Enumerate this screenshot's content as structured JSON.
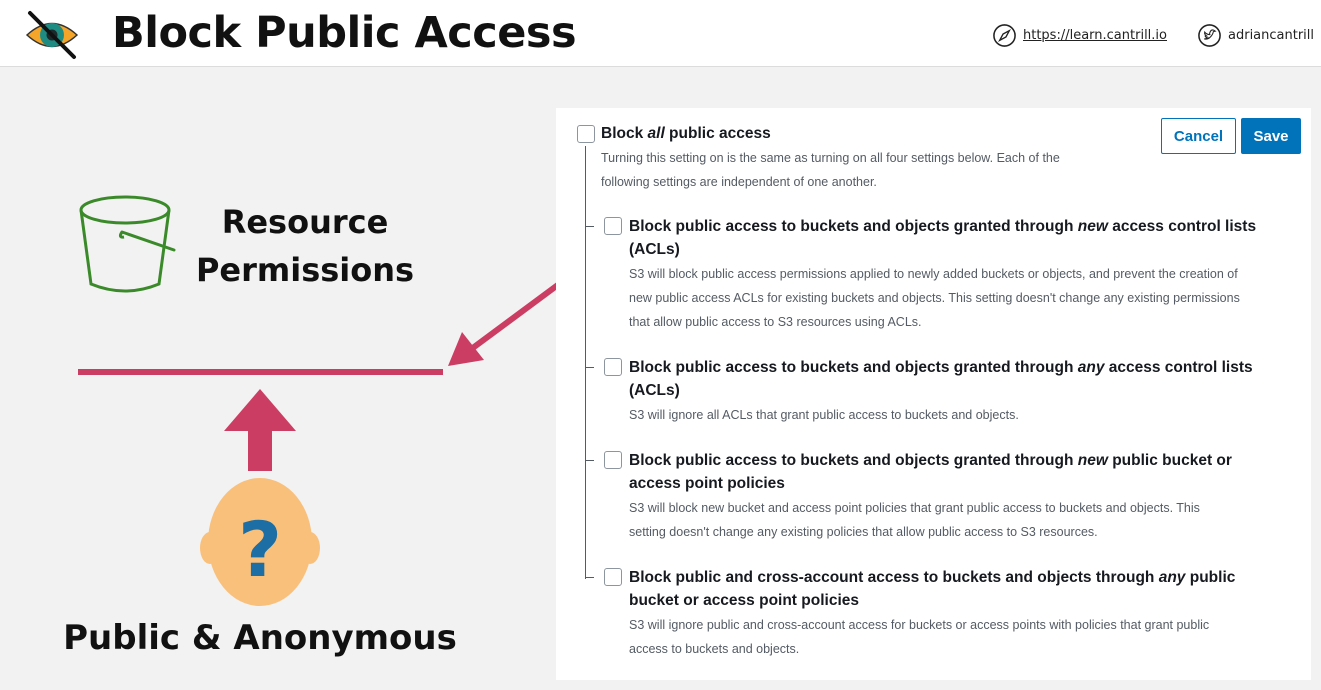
{
  "header": {
    "title": "Block Public Access",
    "website": "https://learn.cantrill.io",
    "twitter": "adriancantrill"
  },
  "diagram": {
    "resource_label_line1": "Resource",
    "resource_label_line2": "Permissions",
    "head_symbol": "?",
    "public_label": "Public & Anonymous",
    "accent_color": "#cc3d63"
  },
  "panel": {
    "cancel_label": "Cancel",
    "save_label": "Save",
    "master": {
      "title_before": "Block ",
      "title_em": "all",
      "title_after": " public access",
      "desc_line1": "Turning this setting on is the same as turning on all four settings below. Each of the",
      "desc_line2": "following settings are independent of one another."
    },
    "options": [
      {
        "title_before": "Block public access to buckets and objects granted through ",
        "title_em": "new",
        "title_after": " access control lists",
        "title_line2": "(ACLs)",
        "desc_lines": [
          "S3 will block public access permissions applied to newly added buckets or objects, and prevent the creation of",
          "new public access ACLs for existing buckets and objects. This setting doesn't change any existing permissions",
          "that allow public access to S3 resources using ACLs."
        ]
      },
      {
        "title_before": "Block public access to buckets and objects granted through ",
        "title_em": "any",
        "title_after": " access control lists",
        "title_line2": "(ACLs)",
        "desc_lines": [
          "S3 will ignore all ACLs that grant public access to buckets and objects."
        ]
      },
      {
        "title_before": "Block public access to buckets and objects granted through ",
        "title_em": "new",
        "title_after": " public bucket or",
        "title_line2": "access point policies",
        "desc_lines": [
          "S3 will block new bucket and access point policies that grant public access to buckets and objects. This",
          "setting doesn't change any existing policies that allow public access to S3 resources."
        ]
      },
      {
        "title_before": "Block public and cross-account access to buckets and objects through ",
        "title_em": "any",
        "title_after": " public",
        "title_line2": "bucket or access point policies",
        "desc_lines": [
          "S3 will ignore public and cross-account access for buckets or access points with policies that grant public",
          "access to buckets and objects."
        ]
      }
    ]
  }
}
